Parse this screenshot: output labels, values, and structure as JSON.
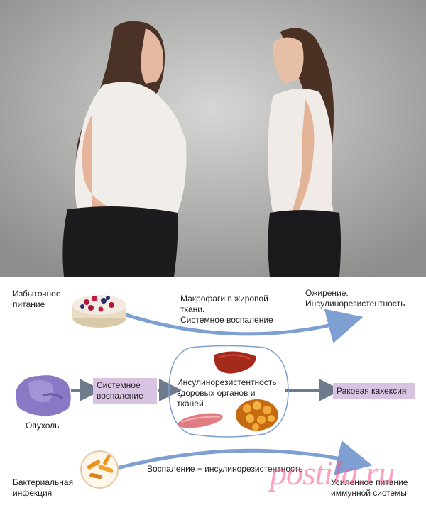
{
  "top": {
    "food_label": "Избыточное\nпитание",
    "macrophages_label": "Макрофаги в жировой\nткани.\nСистемное воспаление",
    "obesity_label": "Ожирение.\nИнсулинорезистентность"
  },
  "middle": {
    "tumor_label": "Опухоль",
    "inflammation_box": "Системное\nвоспаление",
    "insulin_resistance_label": "Инсулинорезистентность\nздоровых органов и\nтканей",
    "cachexia_box": "Раковая кахексия"
  },
  "bottom": {
    "infection_label": "Бактериальная\nинфекция",
    "inflammation_insulin_label": "Воспаление + инсулинорезистентность",
    "immune_label": "Усиленное питание\nиммунной системы"
  },
  "watermark": "postila.ru",
  "colors": {
    "arrow_blue": "#7e9fd1",
    "box_fill": "#d9c3e2",
    "dark_arrow": "#6d7b8c",
    "watermark": "#ff508c"
  }
}
